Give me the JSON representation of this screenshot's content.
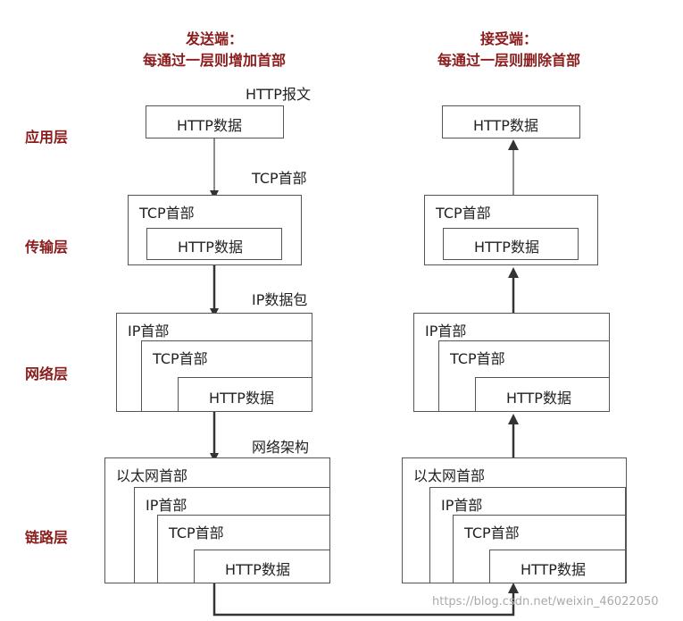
{
  "headers": {
    "sender_title": "发送端：",
    "sender_sub": "每通过一层则增加首部",
    "receiver_title": "接受端：",
    "receiver_sub": "每通过一层则删除首部"
  },
  "layers": {
    "application": "应用层",
    "transport": "传输层",
    "network": "网络层",
    "link": "链路层"
  },
  "unit_labels": {
    "http_message": "HTTP报文",
    "tcp_header": "TCP首部",
    "ip_packet": "IP数据包",
    "frame": "网络架构"
  },
  "boxes": {
    "http_data": "HTTP数据",
    "tcp_header": "TCP首部",
    "ip_header": "IP首部",
    "ethernet_header": "以太网首部"
  },
  "watermark": "https://blog.csdn.net/weixin_46022050"
}
